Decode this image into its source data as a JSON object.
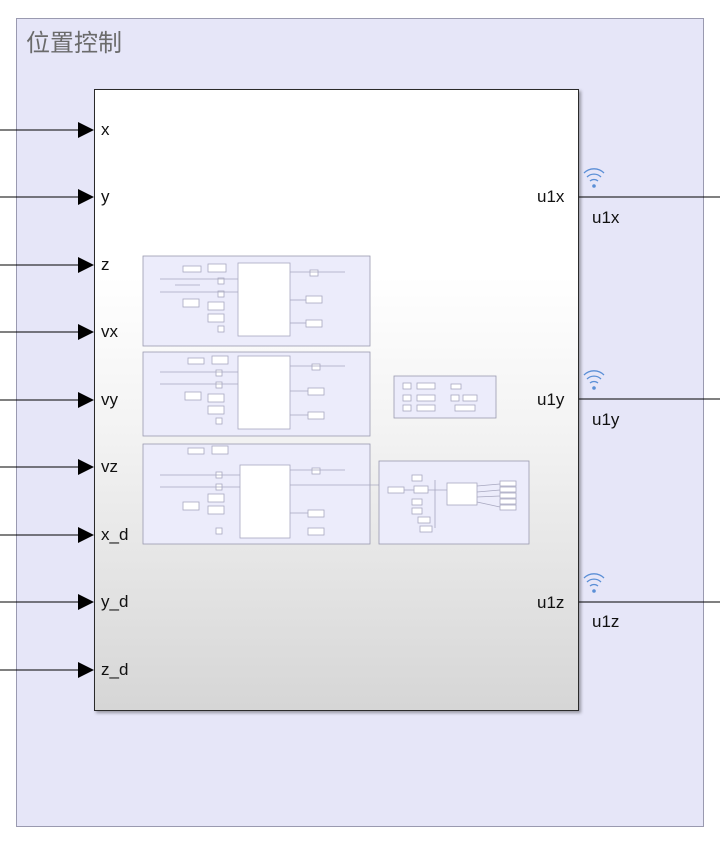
{
  "area": {
    "title": "位置控制"
  },
  "inputs": [
    "x",
    "y",
    "z",
    "vx",
    "vy",
    "vz",
    "x_d",
    "y_d",
    "z_d"
  ],
  "outputs": [
    "u1x",
    "u1y",
    "u1z"
  ],
  "output_tags": [
    "u1x",
    "u1y",
    "u1z"
  ],
  "icons": {
    "signal_tag": "wireless-icon",
    "input_port": "arrow-right-icon"
  },
  "colors": {
    "area_bg": "#e6e6f8",
    "thumb_bg": "#ececfb",
    "signal_icon": "#5b8fd6",
    "wire": "#000000"
  }
}
